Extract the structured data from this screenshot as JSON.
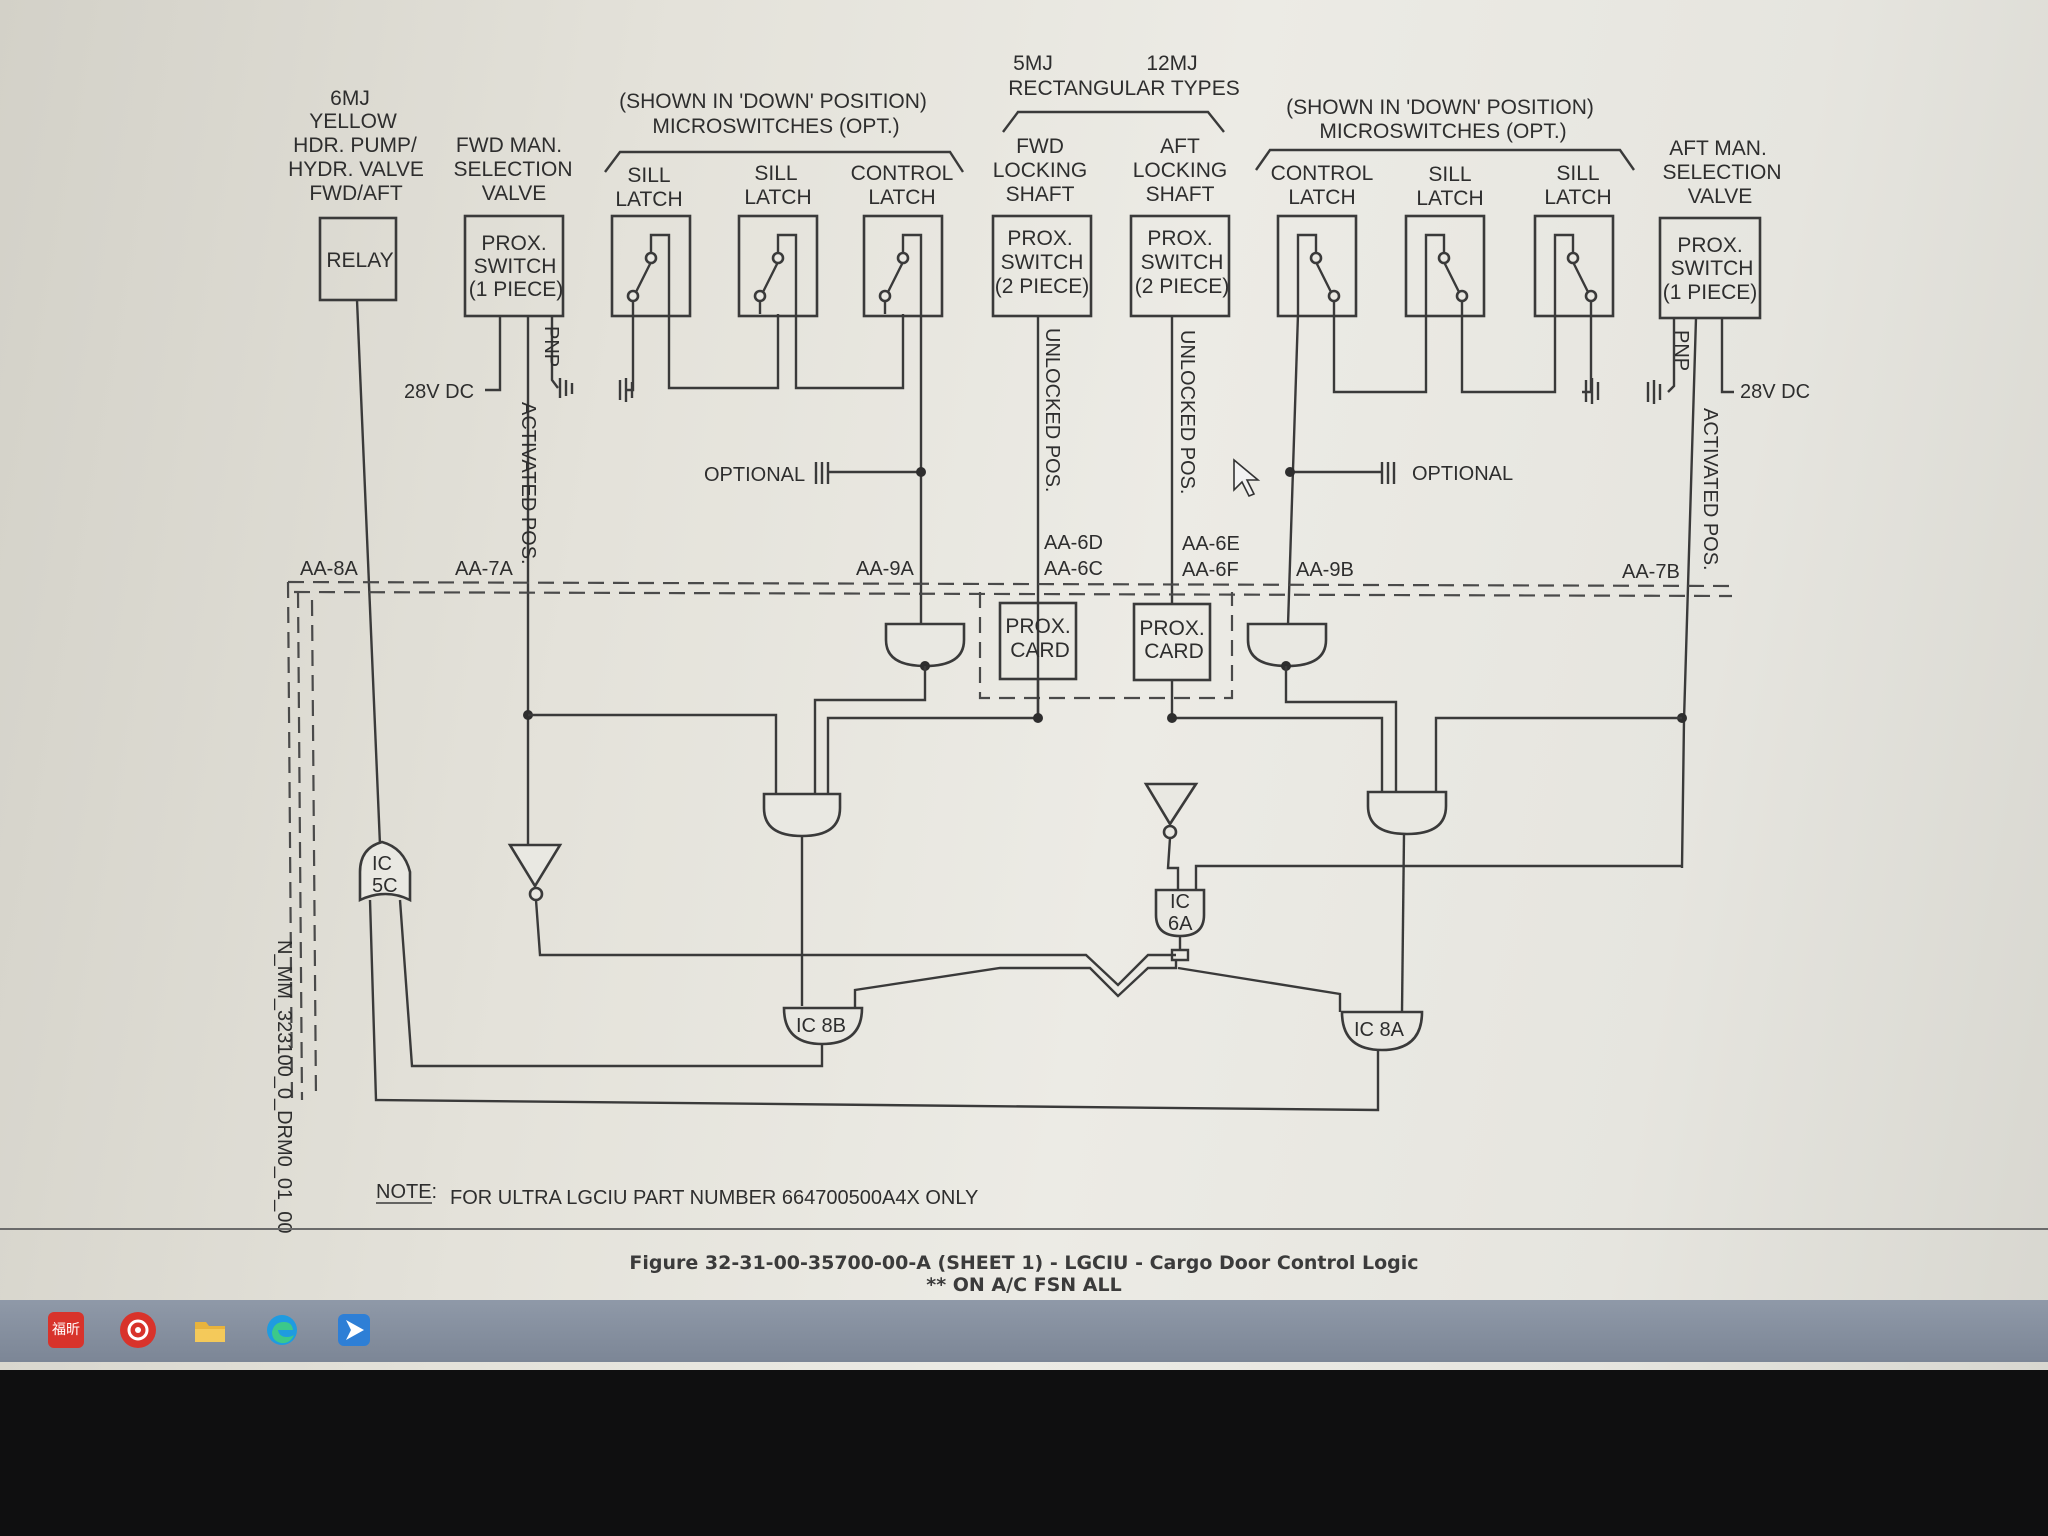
{
  "labels": {
    "relay_head": [
      "6MJ",
      "YELLOW",
      "HDR. PUMP/",
      "HYDR. VALVE",
      "FWD/AFT"
    ],
    "fwd_man_head": [
      "FWD MAN.",
      "SELECTION",
      "VALVE"
    ],
    "shown_down_left": [
      "(SHOWN IN 'DOWN' POSITION)",
      "MICROSWITCHES (OPT.)"
    ],
    "sill_latch": [
      "SILL",
      "LATCH"
    ],
    "control_latch": [
      "CONTROL",
      "LATCH"
    ],
    "rect_types": [
      "5MJ",
      "12MJ",
      "RECTANGULAR TYPES"
    ],
    "fwd_locking": [
      "FWD",
      "LOCKING",
      "SHAFT"
    ],
    "aft_locking": [
      "AFT",
      "LOCKING",
      "SHAFT"
    ],
    "shown_down_right": [
      "(SHOWN IN 'DOWN' POSITION)",
      "MICROSWITCHES (OPT.)"
    ],
    "aft_man_head": [
      "AFT MAN.",
      "SELECTION",
      "VALVE"
    ],
    "relay": "RELAY",
    "prox_1piece": [
      "PROX.",
      "SWITCH",
      "(1 PIECE)"
    ],
    "prox_2piece": [
      "PROX.",
      "SWITCH",
      "(2 PIECE)"
    ],
    "prox_card": [
      "PROX.",
      "CARD"
    ],
    "v28": "28V DC",
    "pnp": "PNP",
    "activated_pos": "ACTIVATED POS.",
    "unlocked_pos": "UNLOCKED POS.",
    "optional": "OPTIONAL",
    "aa_8a": "AA-8A",
    "aa_7a": "AA-7A",
    "aa_9a": "AA-9A",
    "aa_6d": "AA-6D",
    "aa_6c": "AA-6C",
    "aa_6e": "AA-6E",
    "aa_6f": "AA-6F",
    "aa_9b": "AA-9B",
    "aa_7b": "AA-7B",
    "ic_5c": [
      "IC",
      "5C"
    ],
    "ic_6a": [
      "IC",
      "6A"
    ],
    "ic_8b": "IC 8B",
    "ic_8a": "IC 8A",
    "drawing_id": "N_MM_323100_0_DRM0_01_00",
    "note_label": "NOTE:",
    "note_text": "FOR ULTRA LGCIU PART NUMBER 664700500A4X ONLY"
  },
  "caption": {
    "line1": "Figure 32-31-00-35700-00-A (SHEET 1) - LGCIU - Cargo Door Control Logic",
    "line2": "** ON A/C FSN ALL"
  },
  "taskbar": {
    "icons": [
      "reader-app-icon",
      "netease-music-icon",
      "file-explorer-icon",
      "edge-browser-icon",
      "feishu-app-icon"
    ],
    "reader_badge": "福昕",
    "colors": {
      "red": "#d8332b",
      "folder": "#e8b33c",
      "edge": "#1f9be0",
      "feishu": "#2e7fd6"
    }
  }
}
